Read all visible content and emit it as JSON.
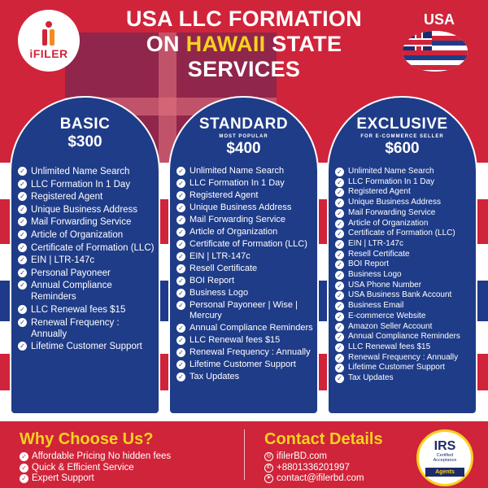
{
  "colors": {
    "red": "#d0243a",
    "navy": "#1f3c88",
    "yellow": "#f7d21e",
    "white": "#ffffff"
  },
  "header": {
    "logo_text": "iFILER",
    "title_line1": "USA LLC FORMATION",
    "title_on": "ON",
    "title_highlight": "HAWAII",
    "title_state": "STATE",
    "title_line3": "SERVICES",
    "country_label": "USA"
  },
  "plans": [
    {
      "name": "BASIC",
      "tag": "",
      "price": "$300",
      "features": [
        "Unlimited Name Search",
        "LLC Formation In 1 Day",
        "Registered Agent",
        "Unique Business Address",
        "Mail Forwarding Service",
        "Article of Organization",
        "Certificate of Formation (LLC)",
        "EIN | LTR-147c",
        "Personal Payoneer",
        "Annual Compliance Reminders",
        "LLC Renewal fees $15",
        "Renewal Frequency : Annually",
        "Lifetime Customer Support"
      ]
    },
    {
      "name": "STANDARD",
      "tag": "MOST POPULAR",
      "price": "$400",
      "features": [
        "Unlimited Name Search",
        "LLC Formation In 1 Day",
        "Registered Agent",
        "Unique Business Address",
        "Mail Forwarding Service",
        "Article of Organization",
        "Certificate of Formation (LLC)",
        "EIN | LTR-147c",
        "Resell Certificate",
        "BOI Report",
        "Business Logo",
        "Personal Payoneer | Wise | Mercury",
        "Annual Compliance Reminders",
        "LLC Renewal fees $15",
        "Renewal Frequency : Annually",
        "Lifetime Customer Support",
        "Tax Updates"
      ]
    },
    {
      "name": "EXCLUSIVE",
      "tag": "FOR E-COMMERCE SELLER",
      "price": "$600",
      "features": [
        "Unlimited Name Search",
        "LLC Formation In 1 Day",
        "Registered Agent",
        "Unique Business Address",
        "Mail Forwarding Service",
        "Article of Organization",
        "Certificate of Formation (LLC)",
        "EIN | LTR-147c",
        "Resell Certificate",
        "BOI Report",
        "Business Logo",
        "USA Phone Number",
        "USA Business Bank Account",
        "Business Email",
        "E-commerce Website",
        "Amazon Seller Account",
        "Annual Compliance Reminders",
        "LLC Renewal fees $15",
        "Renewal Frequency : Annually",
        "Lifetime Customer Support",
        "Tax Updates"
      ]
    }
  ],
  "footer": {
    "why_title": "Why Choose Us?",
    "why_items": [
      "Affordable Pricing No hidden fees",
      "Quick & Efficient Service",
      "Expert Support"
    ],
    "contact_title": "Contact Details",
    "contact_items": [
      {
        "icon": "globe-icon",
        "text": "ifilerBD.com"
      },
      {
        "icon": "whatsapp-icon",
        "text": "+8801336201997"
      },
      {
        "icon": "telegram-icon",
        "text": "contact@ifilerbd.com"
      }
    ],
    "badge_title": "IRS",
    "badge_sub1": "Certified",
    "badge_sub2": "Acceptance",
    "badge_ribbon": "Agents"
  }
}
